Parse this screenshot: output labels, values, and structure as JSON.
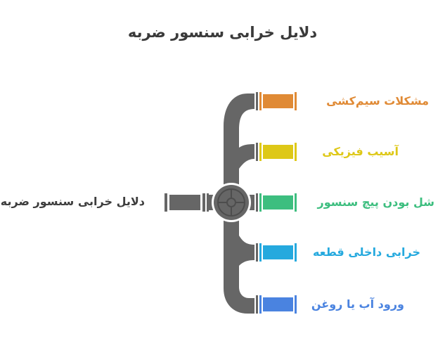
{
  "title": "دلایل خرابی سنسور ضربه",
  "root": {
    "label": "دلایل خرابی سنسور ضربه",
    "color": "#666666"
  },
  "branches": [
    {
      "label": "مشکلات سیم‌کشی",
      "color": "#E08A35"
    },
    {
      "label": "آسیب فیزیکی",
      "color": "#DEC817"
    },
    {
      "label": "شل بودن پیچ سنسور",
      "color": "#3DBE7F"
    },
    {
      "label": "خرابی داخلی قطعه",
      "color": "#25A9DE"
    },
    {
      "label": "ورود آب یا روغن",
      "color": "#4A83E0"
    }
  ],
  "icons": {
    "hub": "valve-icon"
  }
}
